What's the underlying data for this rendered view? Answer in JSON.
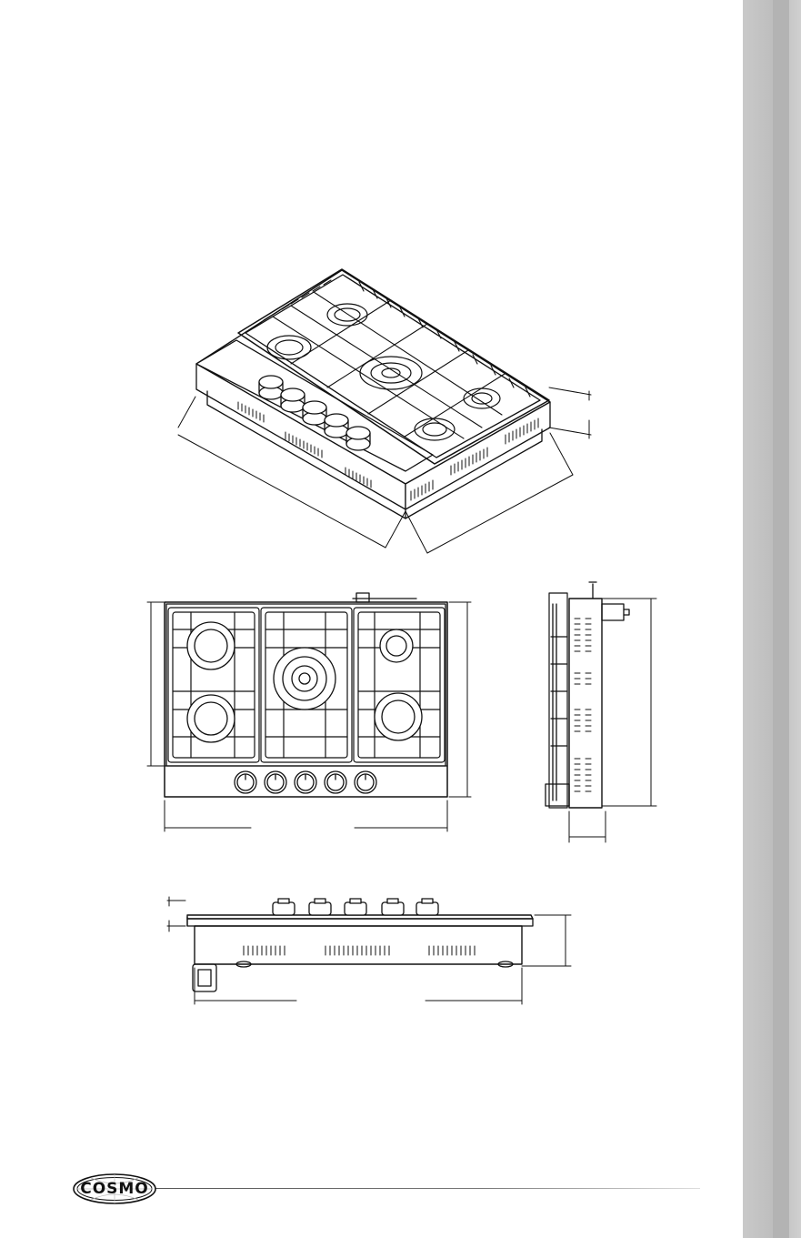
{
  "page": {
    "background": "#ffffff",
    "side_tab_color": "#c4c4c4"
  },
  "views": [
    {
      "name": "perspective-view",
      "knobs": 5,
      "burners": 5
    },
    {
      "name": "top-view",
      "knobs": 5,
      "burners": 5
    },
    {
      "name": "side-view"
    },
    {
      "name": "front-view",
      "knobs": 5
    }
  ],
  "footer": {
    "brand_logo": "COSMO"
  }
}
